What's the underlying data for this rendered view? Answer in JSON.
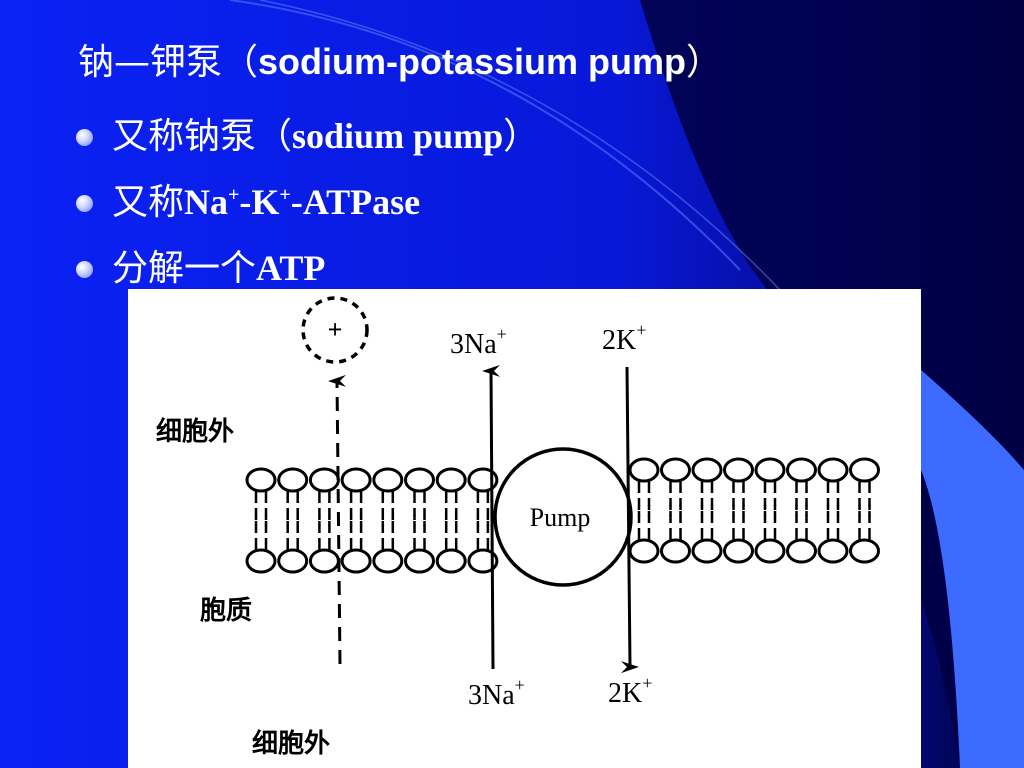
{
  "slide": {
    "title_zh": "钠—钾泵（",
    "title_en": "sodium-potassium pump",
    "title_close": "）",
    "bullets": [
      {
        "zh": "又称钠泵（",
        "en": "sodium pump",
        "close": "）"
      },
      {
        "zh": "又称",
        "en_a": "Na",
        "sup_a": "+",
        "en_b": "-K",
        "sup_b": "+",
        "en_c": "-ATPase"
      },
      {
        "zh": "分解一个",
        "en": "ATP"
      }
    ]
  },
  "diagram": {
    "plus_symbol": "+",
    "pump_label": "Pump",
    "outside_label_top": "细胞外",
    "cytoplasm_label": "胞质",
    "outside_label_bottom": "细胞外",
    "na_top": {
      "num": "3Na",
      "sup": "+"
    },
    "k_top": {
      "num": "2K",
      "sup": "+"
    },
    "na_bottom": {
      "num": "3Na",
      "sup": "+"
    },
    "k_bottom": {
      "num": "2K",
      "sup": "+"
    }
  },
  "colors": {
    "background": "#0a1ef0",
    "dark_accent": "#000033",
    "light_accent": "#3d6bff",
    "text": "#ffffff"
  }
}
